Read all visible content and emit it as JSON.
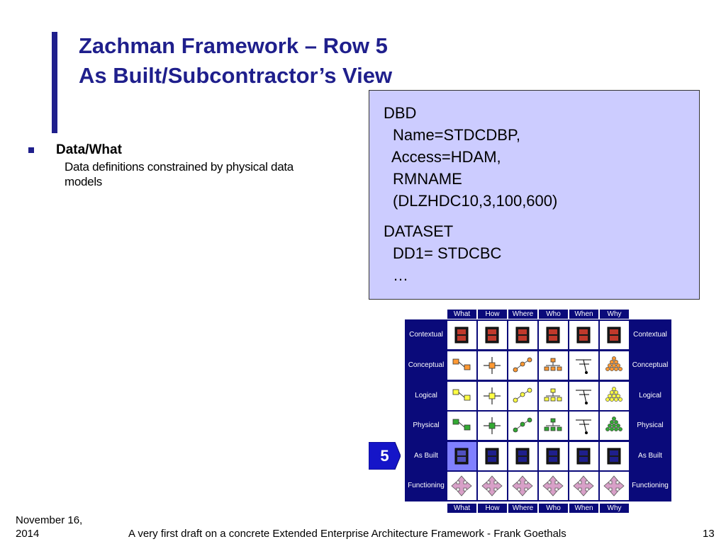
{
  "slide": {
    "title_line1": "Zachman Framework – Row 5",
    "title_line2": "As Built/Subcontractor’s View",
    "bullet_heading": "Data/What",
    "bullet_text": "Data definitions constrained by physical data models"
  },
  "code_box": {
    "lines": [
      "DBD",
      "Name=STDCDBP,",
      "Access=HDAM,",
      "RMNAME",
      "(DLZHDC10,3,100,600)",
      "DATASET",
      "DD1= STDCBC",
      "…"
    ]
  },
  "framework": {
    "columns": [
      "What",
      "How",
      "Where",
      "Who",
      "When",
      "Why"
    ],
    "rows": [
      "Contextual",
      "Conceptual",
      "Logical",
      "Physical",
      "As Built",
      "Functioning"
    ],
    "highlight_label": "5",
    "icon_names": [
      "frame-icon",
      "entity-relation-icon",
      "process-flow-icon",
      "network-icon",
      "org-chart-icon",
      "timeline-icon",
      "goal-pyramid-icon",
      "move-arrows-icon"
    ],
    "colors": {
      "dark_blue": "#0a0a7a",
      "highlight": "#8080ff",
      "badge": "#1515c8",
      "frame_red": "#c0392b",
      "frame_blue": "#1f1f8c"
    }
  },
  "footer": {
    "date_line1": "November 16,",
    "date_line2": "2014",
    "caption": "A very first draft on a concrete Extended Enterprise Architecture Framework - Frank Goethals",
    "page_number": "13"
  }
}
